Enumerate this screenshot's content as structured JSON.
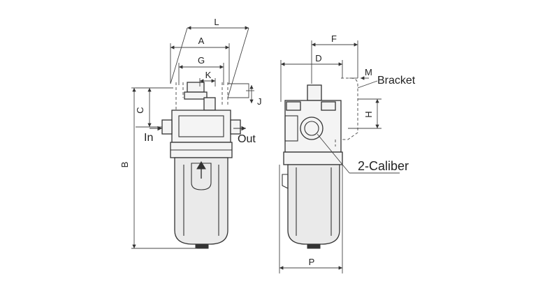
{
  "dimensions": {
    "L": "L",
    "A": "A",
    "G": "G",
    "K": "K",
    "J": "J",
    "C": "C",
    "B": "B",
    "F": "F",
    "D": "D",
    "M": "M",
    "H": "H",
    "P": "P"
  },
  "ports": {
    "in": "In",
    "out": "Out"
  },
  "callouts": {
    "bracket": "Bracket",
    "caliber": "2-Caliber"
  },
  "colors": {
    "line": "#333333",
    "body_fill": "#f4f4f4",
    "bowl_fill": "#eaeaea"
  }
}
